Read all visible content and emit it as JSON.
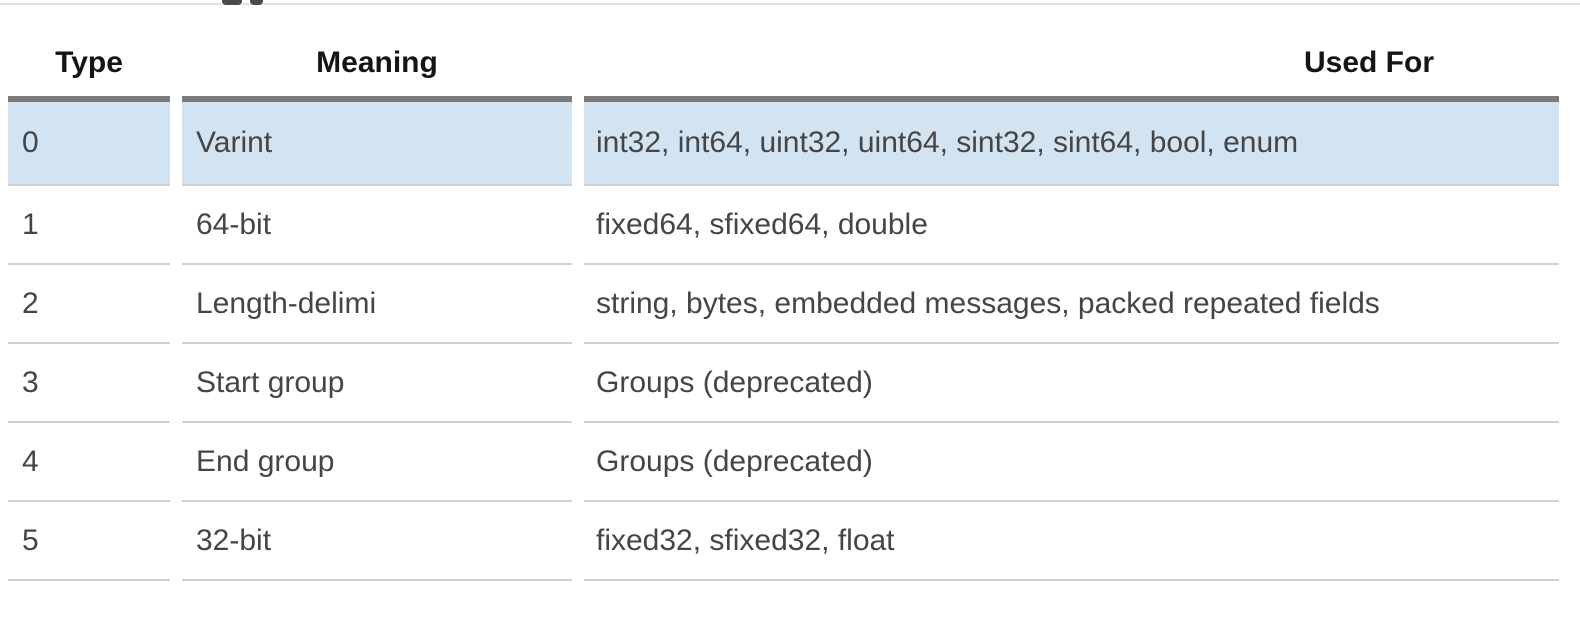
{
  "page": {
    "background": "#ffffff",
    "note_cropped_top": "bottom fragments of text from content above are cut off at the top edge"
  },
  "table": {
    "columns": [
      {
        "key": "type",
        "label": "Type"
      },
      {
        "key": "meaning",
        "label": "Meaning"
      },
      {
        "key": "used_for",
        "label": "Used For"
      }
    ],
    "rows": [
      {
        "type": "0",
        "meaning": "Varint",
        "used_for": "int32, int64, uint32, uint64, sint32, sint64, bool, enum",
        "highlighted": true
      },
      {
        "type": "1",
        "meaning": "64-bit",
        "used_for": "fixed64, sfixed64, double",
        "highlighted": false
      },
      {
        "type": "2",
        "meaning": "Length-delimi",
        "used_for": "string, bytes, embedded messages, packed repeated fields",
        "highlighted": false
      },
      {
        "type": "3",
        "meaning": "Start group",
        "used_for": "Groups (deprecated)",
        "highlighted": false
      },
      {
        "type": "4",
        "meaning": "End group",
        "used_for": "Groups (deprecated)",
        "highlighted": false
      },
      {
        "type": "5",
        "meaning": "32-bit",
        "used_for": "fixed32, sfixed32, float",
        "highlighted": false
      }
    ],
    "colors": {
      "highlight_row_bg": "#d2e4f2",
      "header_separator": "#7c7c7c",
      "row_border": "#d1d1d1",
      "header_text": "#151515",
      "body_text": "#454545"
    }
  }
}
